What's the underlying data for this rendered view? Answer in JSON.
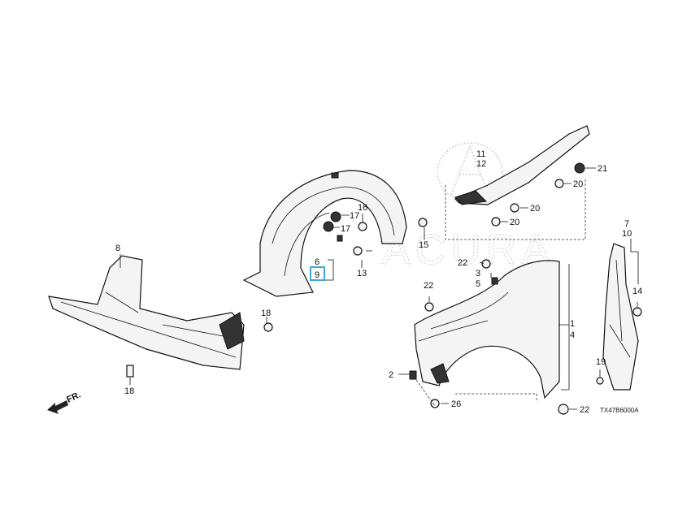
{
  "diagram": {
    "watermark": "ACURA",
    "front_arrow": "FR.",
    "diagram_code": "TX47B6000A",
    "highlight_color": "#3fa9d6",
    "callouts": {
      "c8": "8",
      "c18a": "18",
      "c18b": "18",
      "c6": "6",
      "c9": "9",
      "c16": "16",
      "c17a": "17",
      "c17b": "17",
      "c13": "13",
      "c15": "15",
      "c11": "11",
      "c12": "12",
      "c21": "21",
      "c20a": "20",
      "c20b": "20",
      "c20c": "20",
      "c22a": "22",
      "c22b": "22",
      "c22c": "22",
      "c3": "3",
      "c5": "5",
      "c1": "1",
      "c4": "4",
      "c2": "2",
      "c26": "26",
      "c7": "7",
      "c10": "10",
      "c14": "14",
      "c19": "19"
    }
  }
}
